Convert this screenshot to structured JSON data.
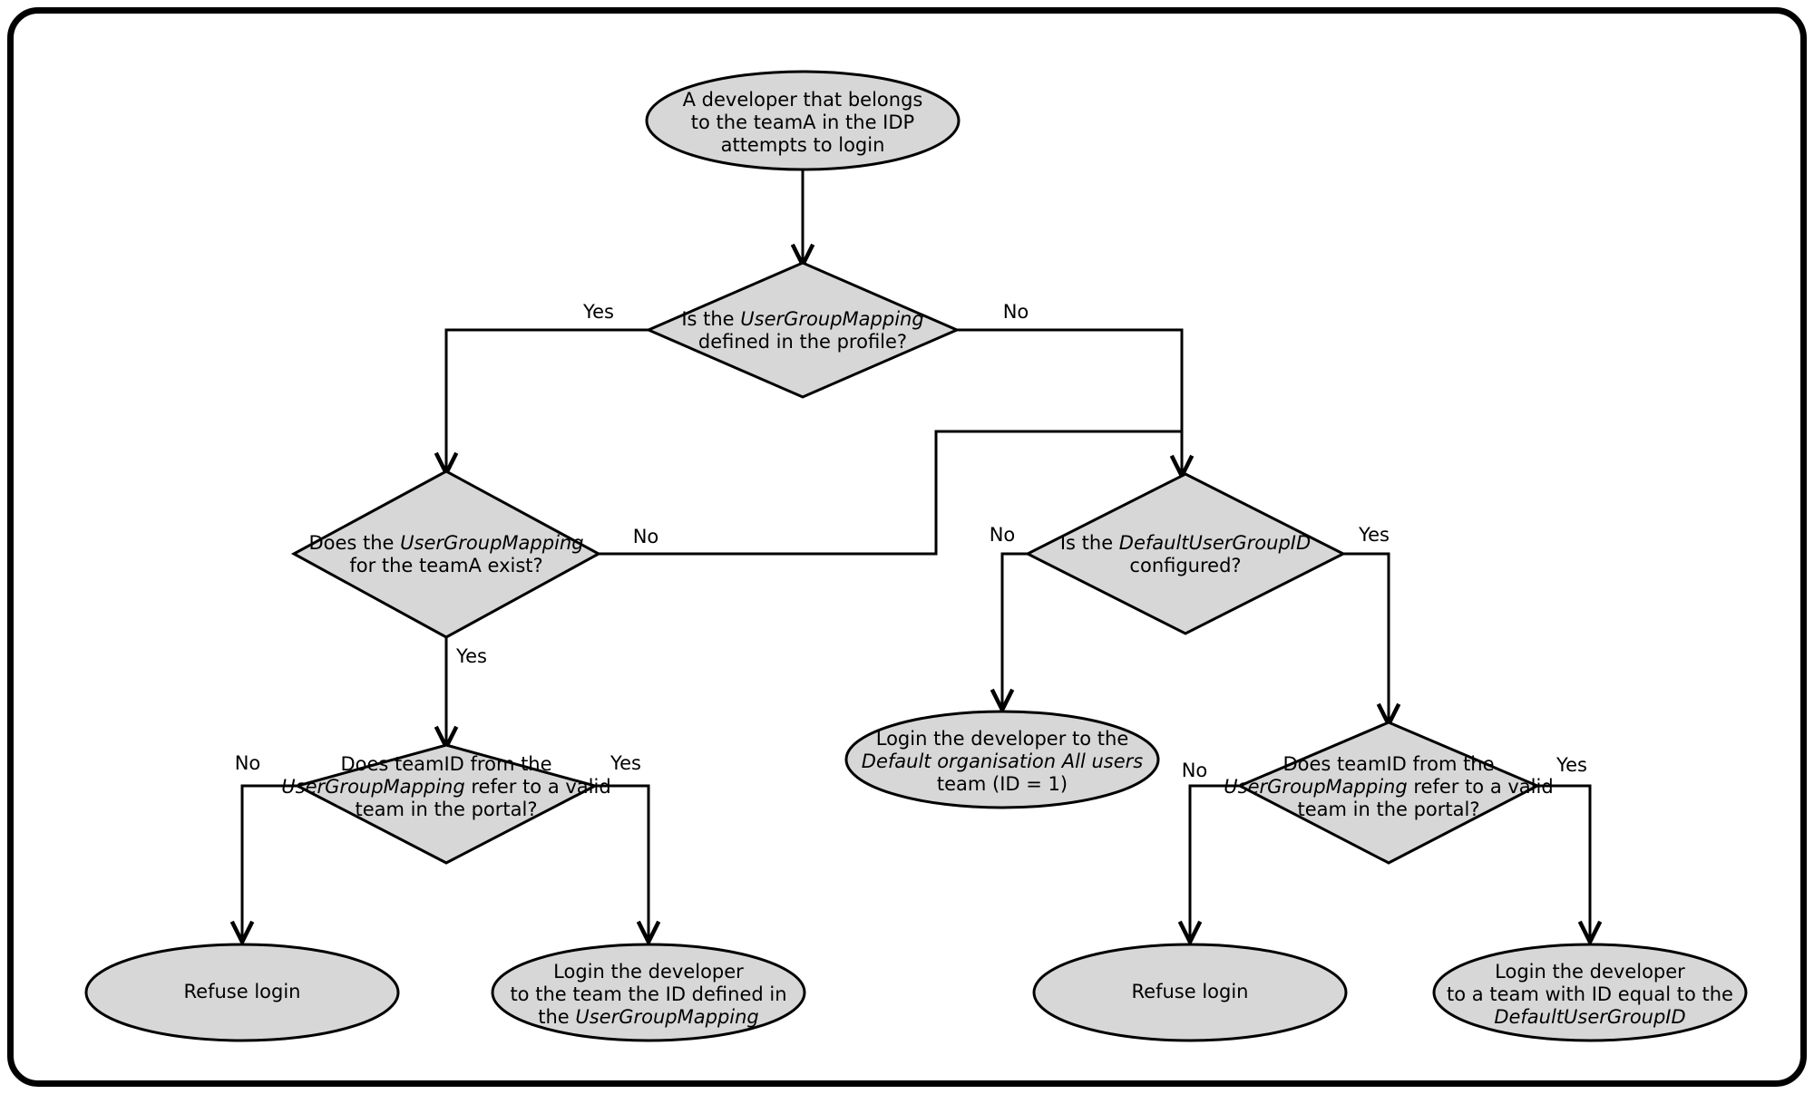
{
  "diagram": {
    "type": "flowchart",
    "title": "IDP team mapping login decision flow",
    "colors": {
      "node_fill": "#d7d7d7",
      "node_stroke": "#000000",
      "edge_stroke": "#000000",
      "canvas_background": "#ffffff",
      "frame_border": "#000000"
    },
    "nodes": [
      {
        "id": "start",
        "shape": "ellipse",
        "lines": [
          {
            "text": "A developer that belongs",
            "italic": false
          },
          {
            "text": "to the teamA in the IDP",
            "italic": false
          },
          {
            "text": "attempts to login",
            "italic": false
          }
        ]
      },
      {
        "id": "d1",
        "shape": "diamond",
        "lines": [
          {
            "text": "Is the ",
            "italic": false,
            "tail": "UserGroupMapping",
            "tail_italic": true
          },
          {
            "text": "defined in the profile?",
            "italic": false
          }
        ]
      },
      {
        "id": "d2",
        "shape": "diamond",
        "lines": [
          {
            "text": "Does the ",
            "italic": false,
            "tail": "UserGroupMapping",
            "tail_italic": true
          },
          {
            "text": "for the teamA exist?",
            "italic": false
          }
        ]
      },
      {
        "id": "d3",
        "shape": "diamond",
        "lines": [
          {
            "text": "Is the ",
            "italic": false,
            "tail": "DefaultUserGroupID",
            "tail_italic": true
          },
          {
            "text": "configured?",
            "italic": false
          }
        ]
      },
      {
        "id": "d4",
        "shape": "diamond",
        "lines": [
          {
            "text": "Does teamID from the",
            "italic": false
          },
          {
            "text": "UserGroupMapping",
            "italic": true,
            "tail": " refer to a valid",
            "tail_italic": false
          },
          {
            "text": "team in the portal?",
            "italic": false
          }
        ]
      },
      {
        "id": "d5",
        "shape": "diamond",
        "lines": [
          {
            "text": "Does teamID from the",
            "italic": false
          },
          {
            "text": "UserGroupMapping",
            "italic": true,
            "tail": " refer to a valid",
            "tail_italic": false
          },
          {
            "text": "team in the portal?",
            "italic": false
          }
        ]
      },
      {
        "id": "e1",
        "shape": "ellipse",
        "lines": [
          {
            "text": "Login the developer to the",
            "italic": false
          },
          {
            "text": "Default organisation All users",
            "italic": true
          },
          {
            "text": "team (ID = 1)",
            "italic": false
          }
        ]
      },
      {
        "id": "e2",
        "shape": "ellipse",
        "lines": [
          {
            "text": "Refuse login",
            "italic": false
          }
        ]
      },
      {
        "id": "e3",
        "shape": "ellipse",
        "lines": [
          {
            "text": "Login the developer",
            "italic": false
          },
          {
            "text": "to the team the ID defined in",
            "italic": false
          },
          {
            "text": "the ",
            "italic": false,
            "tail": "UserGroupMapping",
            "tail_italic": true
          }
        ]
      },
      {
        "id": "e4",
        "shape": "ellipse",
        "lines": [
          {
            "text": "Refuse login",
            "italic": false
          }
        ]
      },
      {
        "id": "e5",
        "shape": "ellipse",
        "lines": [
          {
            "text": "Login the developer",
            "italic": false
          },
          {
            "text": "to a team with ID equal to the",
            "italic": false
          },
          {
            "text": "DefaultUserGroupID",
            "italic": true
          }
        ]
      }
    ],
    "edge_labels": {
      "d1_yes": "Yes",
      "d1_no": "No",
      "d2_no": "No",
      "d2_yes": "Yes",
      "d3_no": "No",
      "d3_yes": "Yes",
      "d4_no": "No",
      "d4_yes": "Yes",
      "d5_no": "No",
      "d5_yes": "Yes"
    }
  }
}
